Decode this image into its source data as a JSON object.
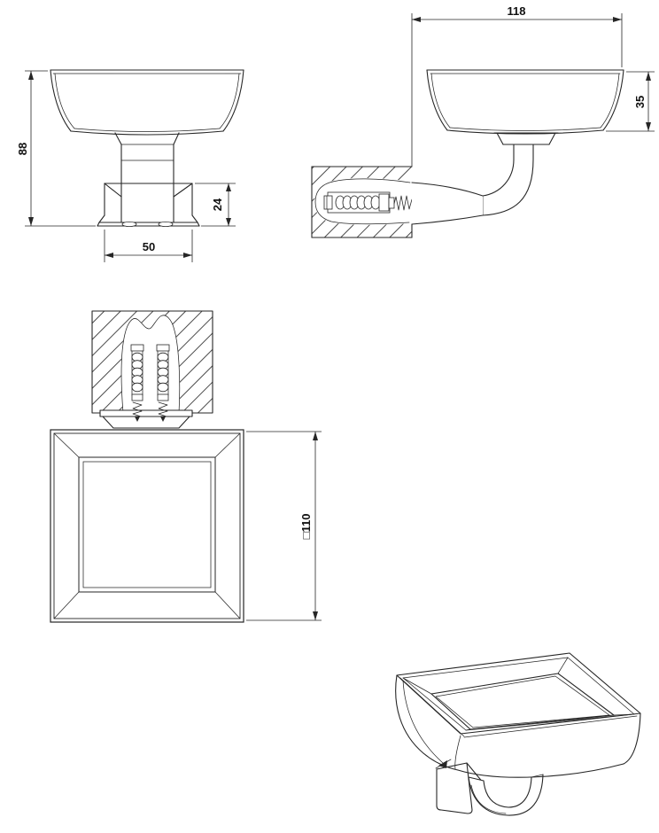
{
  "drawing": {
    "line_color": "#262626",
    "text_color": "#111111",
    "background": "#ffffff",
    "views": {
      "front": {
        "dims": {
          "overall_height": "88",
          "bracket_height": "24",
          "bracket_width": "50"
        }
      },
      "side": {
        "dims": {
          "overall_depth": "118",
          "dish_height": "35"
        }
      },
      "top": {
        "dims": {
          "dish_square": "□110"
        }
      }
    }
  }
}
